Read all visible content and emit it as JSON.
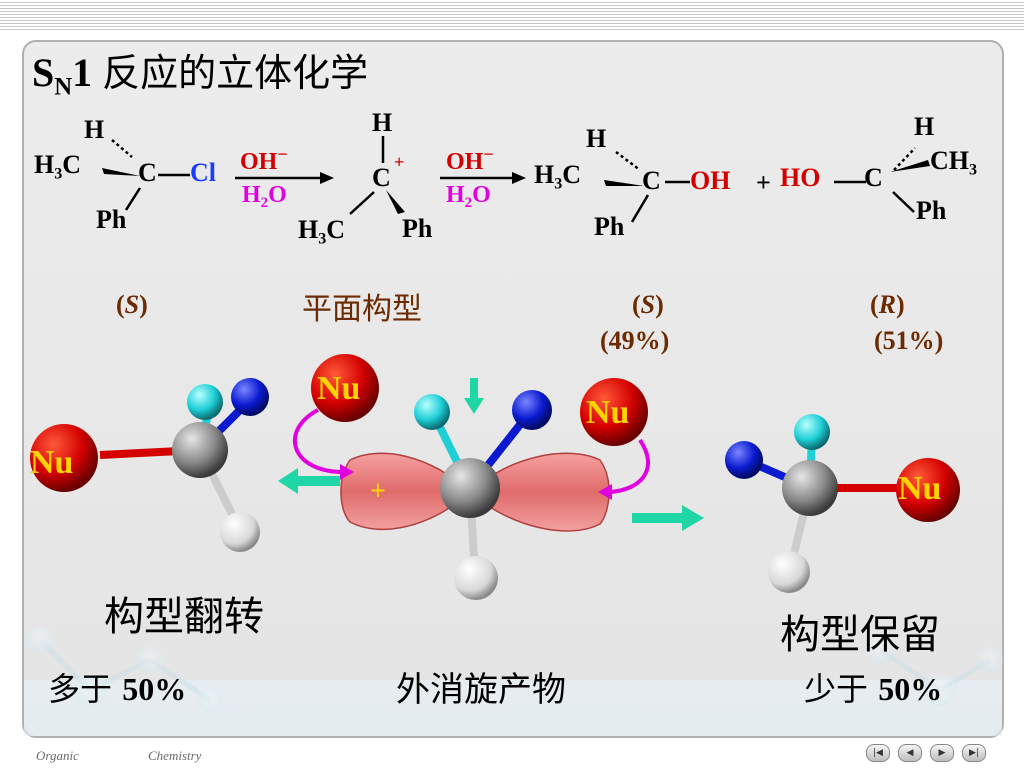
{
  "title": {
    "prefix": "S",
    "sub": "N",
    "suffix": "1",
    "cn": "反应的立体化学"
  },
  "reaction": {
    "reactant": {
      "H": "H",
      "H3C_main": "H",
      "H3C_sub": "3",
      "H3C_end": "C",
      "C": "C",
      "Cl": "Cl",
      "Ph": "Ph"
    },
    "reagent1": {
      "oh": "OH",
      "oh_charge": "−",
      "h2o_h": "H",
      "h2o_sub": "2",
      "h2o_o": "O"
    },
    "intermediate": {
      "H": "H",
      "C": "C",
      "charge": "+",
      "H3C_main": "H",
      "H3C_sub": "3",
      "H3C_end": "C",
      "Ph": "Ph"
    },
    "reagent2": {
      "oh": "OH",
      "oh_charge": "−",
      "h2o_h": "H",
      "h2o_sub": "2",
      "h2o_o": "O"
    },
    "product_s": {
      "H": "H",
      "H3C_main": "H",
      "H3C_sub": "3",
      "H3C_end": "C",
      "C": "C",
      "OH": "OH",
      "Ph": "Ph"
    },
    "plus": "+",
    "product_r": {
      "HO": "HO",
      "C": "C",
      "H": "H",
      "CH3_main": "CH",
      "CH3_sub": "3",
      "Ph": "Ph"
    }
  },
  "labels": {
    "reactant_config_open": "(",
    "reactant_config": "S",
    "reactant_config_close": ")",
    "planar": "平面构型",
    "product_s_config_open": "(",
    "product_s_config": "S",
    "product_s_config_close": ")",
    "product_s_pct": "(49%)",
    "product_r_config_open": "(",
    "product_r_config": "R",
    "product_r_config_close": ")",
    "product_r_pct": "(51%)"
  },
  "models": {
    "nu": "Nu",
    "lobe_charge": "+"
  },
  "captions": {
    "inversion": "构型翻转",
    "inversion_amount_cn": "多于 ",
    "inversion_amount": "50%",
    "racemic": "外消旋产物",
    "retention": "构型保留",
    "retention_amount_cn": "少于 ",
    "retention_amount": "50%"
  },
  "footer": {
    "left": "Organic",
    "right": "Chemistry"
  },
  "nav": [
    "first",
    "previous",
    "next",
    "last"
  ],
  "colors": {
    "nu_red": "#d40000",
    "nu_text": "#ffd400",
    "arrow_green": "#1fd6a6",
    "lobe": "#e06b6b",
    "curve_magenta": "#e000e0",
    "cyan_atom": "#1ecfd6",
    "blue_atom": "#0a1ad0",
    "carbon_gray": "#8a8a8a"
  }
}
